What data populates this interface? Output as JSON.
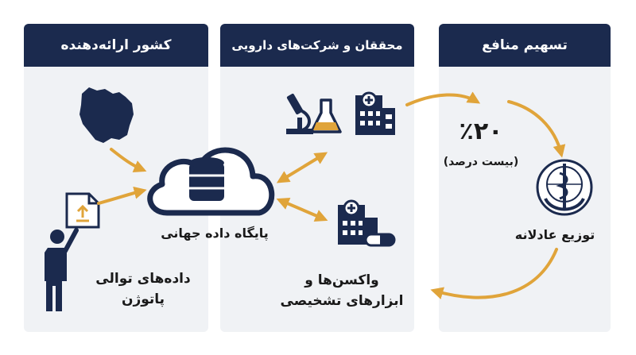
{
  "panels": {
    "provider": {
      "title": "کشور ارائه‌دهنده"
    },
    "researchers": {
      "title": "محققان و شرکت‌های دارویی"
    },
    "benefit": {
      "title": "تسهیم منافع"
    }
  },
  "labels": {
    "database": "پایگاه داده جهانی",
    "sequence_line1": "داده‌های توالی",
    "sequence_line2": "پاتوژن",
    "vaccines_line1": "واکسن‌ها و",
    "vaccines_line2": "ابزارهای تشخیصی",
    "percent": "٪۲۰",
    "percent_words": "(بیست درصد)",
    "equitable": "توزیع عادلانه"
  },
  "colors": {
    "header": "#1b2a4e",
    "arrow": "#e0a43a",
    "icon": "#1b2a4e",
    "panel_bg": "#f0f2f5"
  }
}
